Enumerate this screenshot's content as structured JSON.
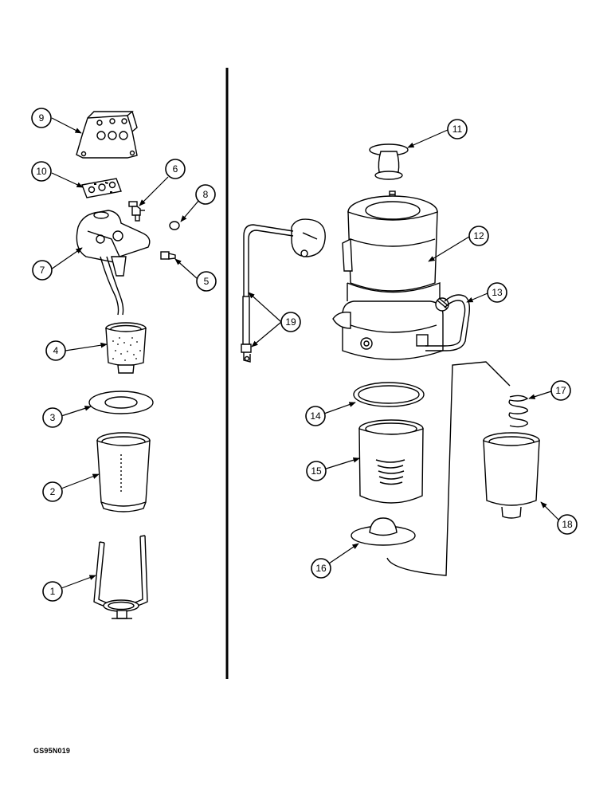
{
  "diagram_code": "GS95N019",
  "callouts": {
    "c1": "1",
    "c2": "2",
    "c3": "3",
    "c4": "4",
    "c5": "5",
    "c6": "6",
    "c7": "7",
    "c8": "8",
    "c9": "9",
    "c10": "10",
    "c11": "11",
    "c12": "12",
    "c13": "13",
    "c14": "14",
    "c15": "15",
    "c16": "16",
    "c17": "17",
    "c18": "18",
    "c19": "19"
  }
}
